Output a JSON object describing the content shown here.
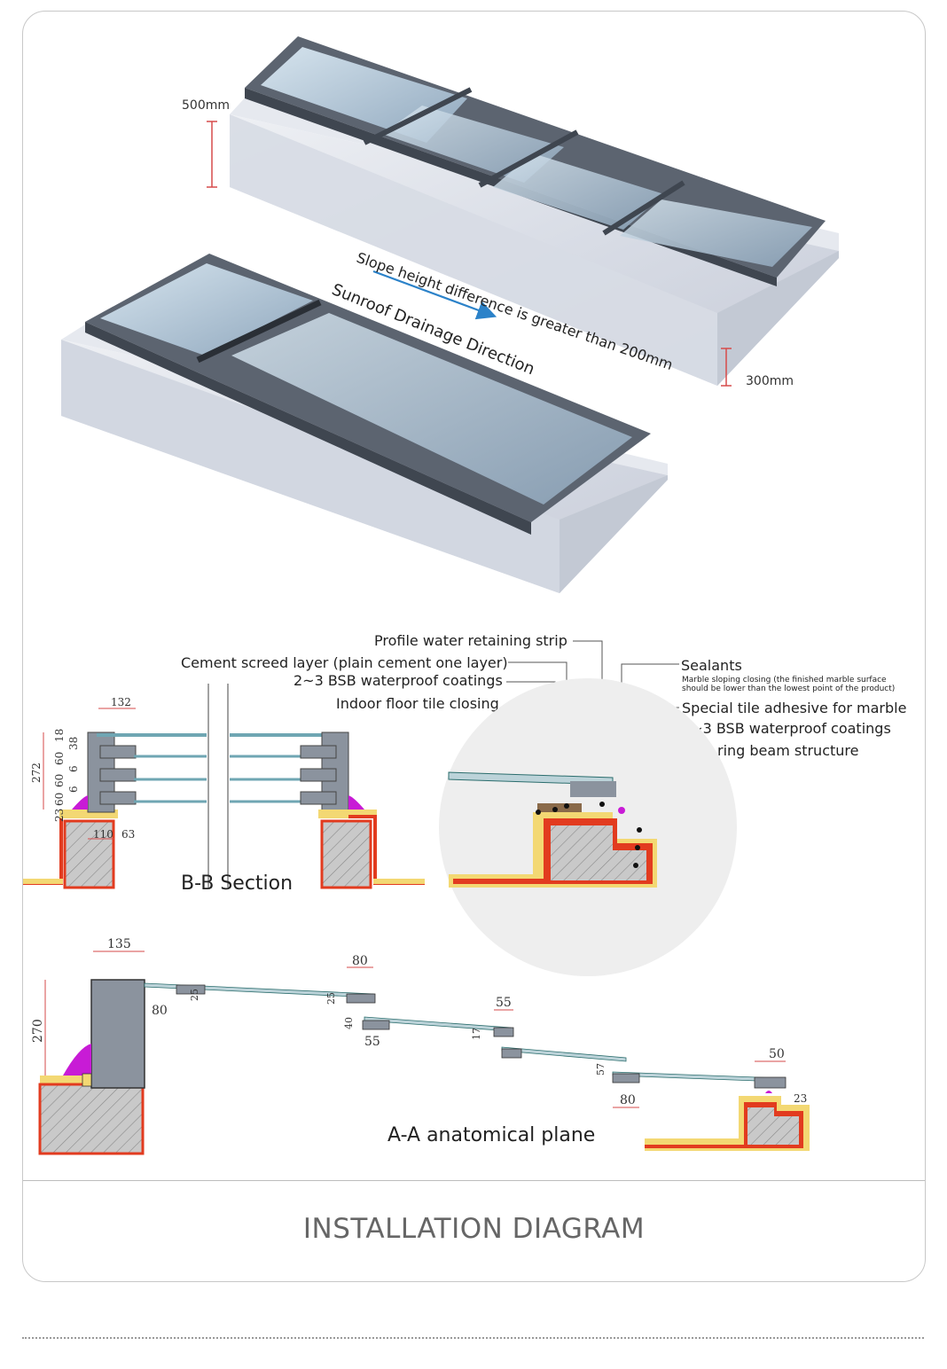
{
  "render": {
    "dim_500": "500mm",
    "dim_300": "300mm",
    "slope_note": "Slope height difference is greater than 200mm",
    "drainage_note": "Sunroof Drainage Direction"
  },
  "callouts_left": [
    "Profile water retaining strip",
    "Cement screed layer (plain cement one layer)",
    "2~3 BSB waterproof coatings",
    "Indoor floor tile closing"
  ],
  "callouts_right": {
    "sealants": "Sealants",
    "marble_note_1": "Marble sloping closing (the finished marble surface",
    "marble_note_2": "should be lower than the lowest point of the product)",
    "tile_adhesive": "Special tile adhesive for marble",
    "waterproof": "2~3 BSB waterproof coatings",
    "ring_beam": "New ring beam structure"
  },
  "bb_section": {
    "title": "B-B Section",
    "dims": {
      "d132": "132",
      "d272": "272",
      "d18": "18",
      "d38": "38",
      "d60a": "60",
      "d6a": "6",
      "d60b": "60",
      "d6b": "6",
      "d60c": "60",
      "d23": "23",
      "d110": "110",
      "d63": "63"
    }
  },
  "aa_plane": {
    "title": "A-A anatomical plane",
    "dims": {
      "d135": "135",
      "d270": "270",
      "d80a": "80",
      "d25a": "25",
      "d80b": "80",
      "d25b": "25",
      "d40": "40",
      "d55a": "55",
      "d55b": "55",
      "d17": "17",
      "d57": "57",
      "d80c": "80",
      "d50": "50",
      "d23": "23"
    }
  },
  "caption": "INSTALLATION DIAGRAM",
  "colors": {
    "frame": "#5c6470",
    "glass": "#b9cfdc",
    "marble": "#dfe3ea",
    "waterproof": "#e23b1f",
    "screed": "#f3d873",
    "sealant": "#c81bd6",
    "concrete": "#c7c7c7"
  }
}
